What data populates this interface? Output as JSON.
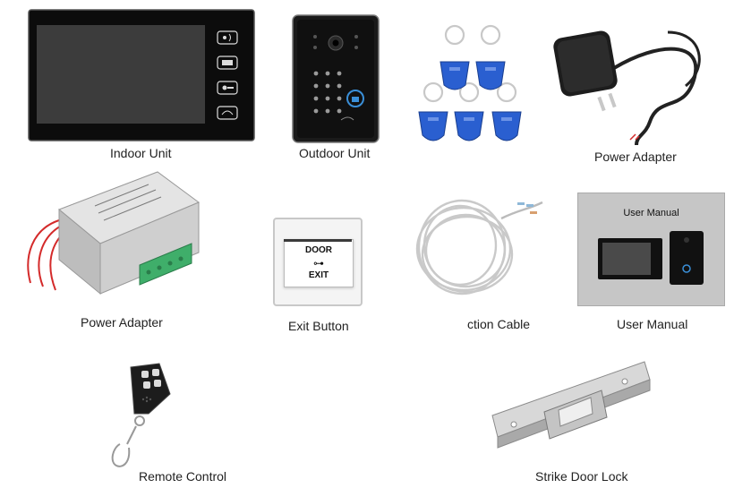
{
  "items": [
    {
      "caption": "Indoor Unit"
    },
    {
      "caption": "Outdoor Unit"
    },
    {
      "caption": "Power Adapter"
    },
    {
      "caption": "Power Adapter"
    },
    {
      "caption": "Exit Button"
    },
    {
      "caption": "ction Cable"
    },
    {
      "caption": "User Manual"
    },
    {
      "caption": "Remote Control"
    },
    {
      "caption": "Strike Door Lock"
    }
  ],
  "exit_button": {
    "top_text": "DOOR",
    "bottom_text": "EXIT"
  },
  "manual": {
    "title": "User Manual"
  },
  "colors": {
    "tag_blue": "#2a5fd0",
    "terminal_green": "#3fae6a",
    "wire_red": "#d42a2a",
    "manual_bg": "#c6c6c6",
    "indicator_blue": "#3a8fd8"
  }
}
